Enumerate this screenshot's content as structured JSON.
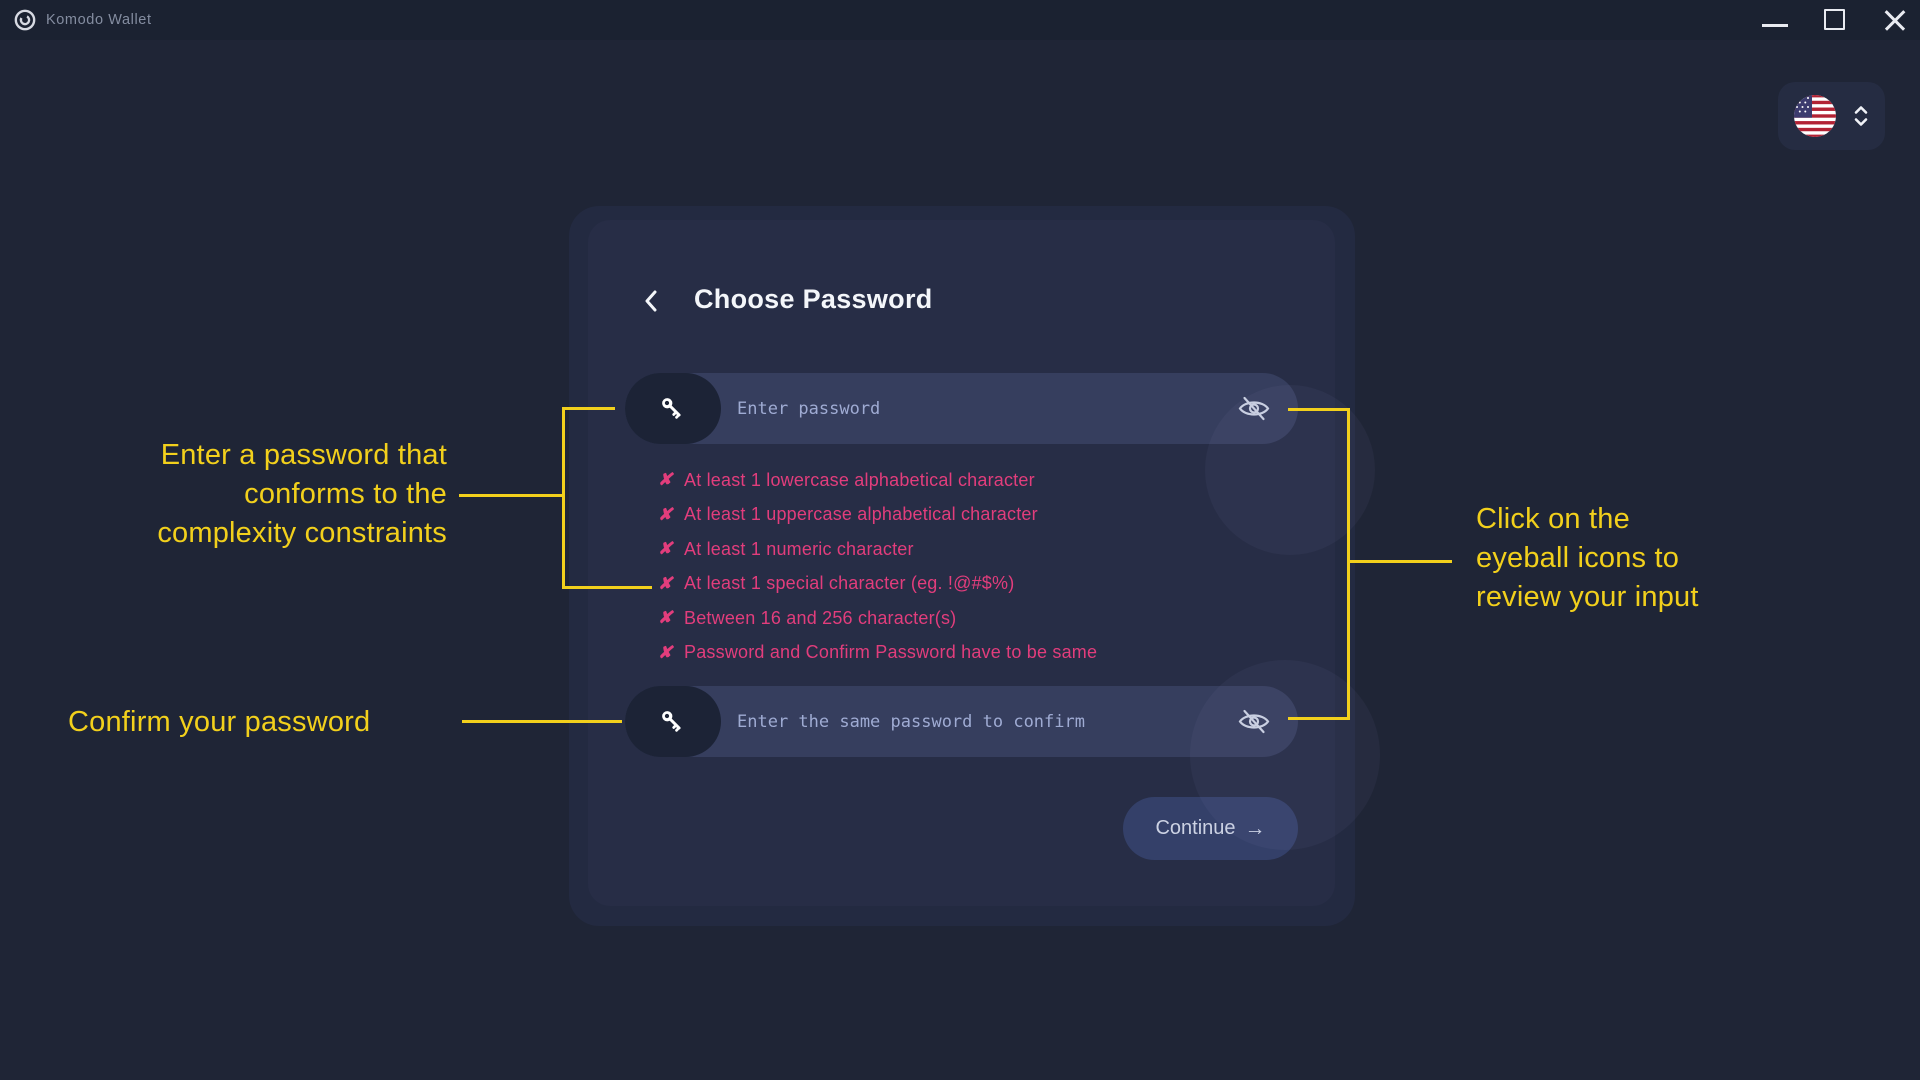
{
  "titlebar": {
    "app_title": "Komodo Wallet"
  },
  "language_selector": {
    "selected_flag": "us"
  },
  "card": {
    "title": "Choose Password",
    "password_placeholder": "Enter password",
    "confirm_placeholder": "Enter the same password to confirm",
    "mark": "✘",
    "requirements": [
      "At least 1 lowercase alphabetical character",
      "At least 1 uppercase alphabetical character",
      "At least 1 numeric character",
      "At least 1 special character (eg. !@#$%)",
      "Between 16 and 256 character(s)",
      "Password and Confirm Password have to be same"
    ],
    "continue_label": "Continue",
    "continue_arrow": "→"
  },
  "annotations": {
    "password_note": [
      "Enter a password that",
      "conforms to the",
      "complexity constraints"
    ],
    "confirm_note": "Confirm your password",
    "eye_note": [
      "Click on the",
      "eyeball icons to",
      "review your input"
    ]
  },
  "colors": {
    "annotation_yellow": "#f2d01c",
    "error_pink": "#e23d7c",
    "background": "#1f2536",
    "card": "#272d46",
    "input_field": "#363e5e",
    "key_badge": "#1c2336",
    "continue_button": "#344069"
  }
}
